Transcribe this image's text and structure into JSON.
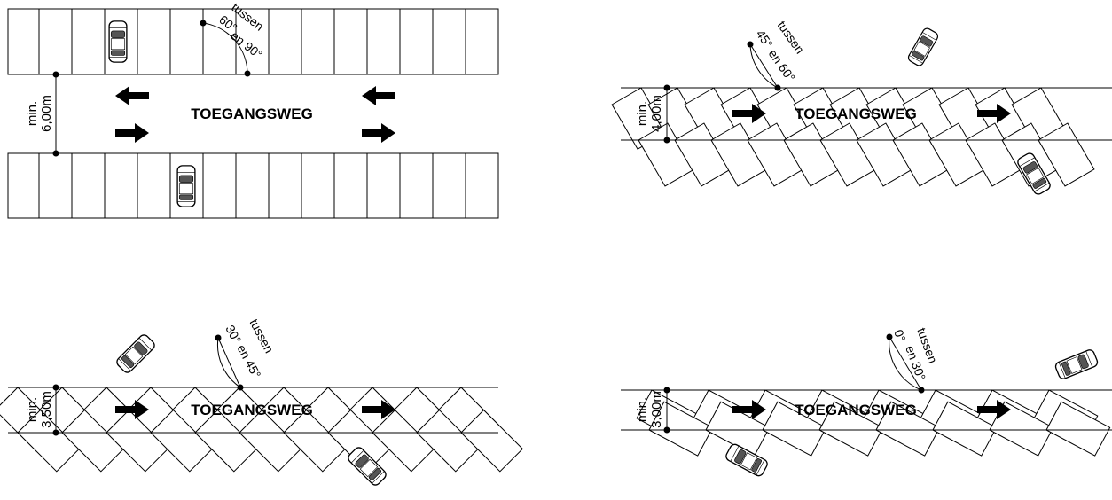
{
  "panels": [
    {
      "id": "perp",
      "road_label": "TOEGANGSWEG",
      "width_min": "min.",
      "width_value": "6,00m",
      "angle_from": "60°",
      "angle_to": "en 90°",
      "angle_word": "tussen"
    },
    {
      "id": "diag45",
      "road_label": "TOEGANGSWEG",
      "width_min": "min.",
      "width_value": "4,00m",
      "angle_from": "45°",
      "angle_to": "en 60°",
      "angle_word": "tussen"
    },
    {
      "id": "diag30",
      "road_label": "TOEGANGSWEG",
      "width_min": "min.",
      "width_value": "3,50m",
      "angle_from": "30°",
      "angle_to": "en 45°",
      "angle_word": "tussen"
    },
    {
      "id": "diag0",
      "road_label": "TOEGANGSWEG",
      "width_min": "min.",
      "width_value": "3,00m",
      "angle_from": "0°",
      "angle_to": "en 30°",
      "angle_word": "tussen"
    }
  ]
}
